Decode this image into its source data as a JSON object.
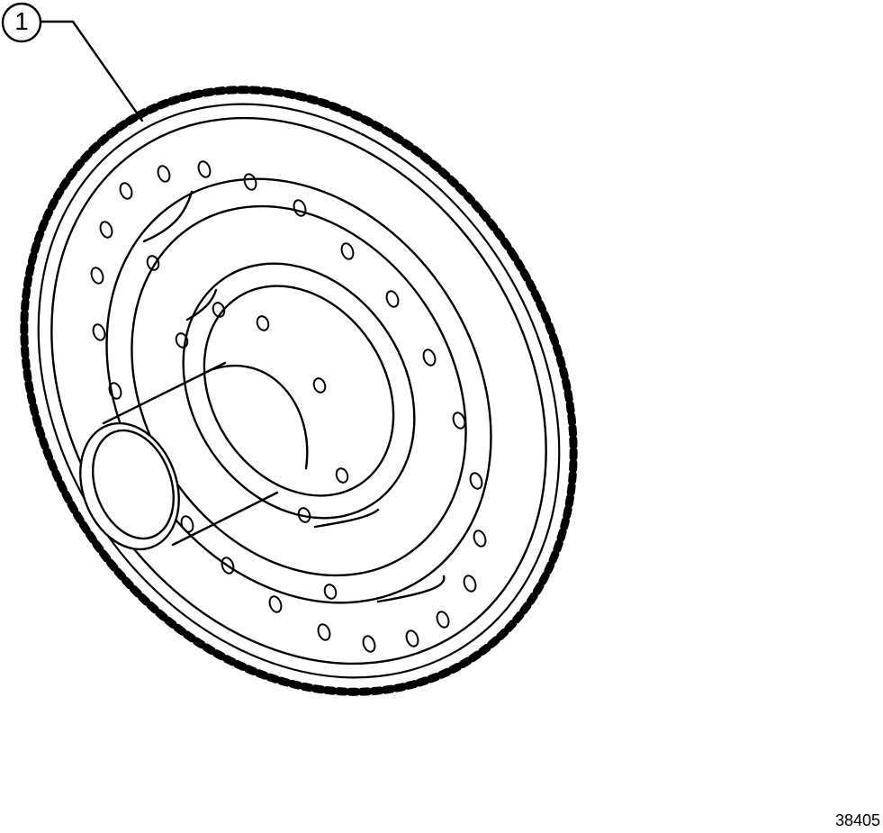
{
  "diagram": {
    "type": "exploded-parts-illustration",
    "subject": "flywheel ring gear with hub shaft",
    "line_color": "#000000",
    "background": "#ffffff",
    "callouts": [
      {
        "number": "1",
        "target": "ring gear / flywheel assembly"
      }
    ],
    "reference_number": "38405"
  }
}
